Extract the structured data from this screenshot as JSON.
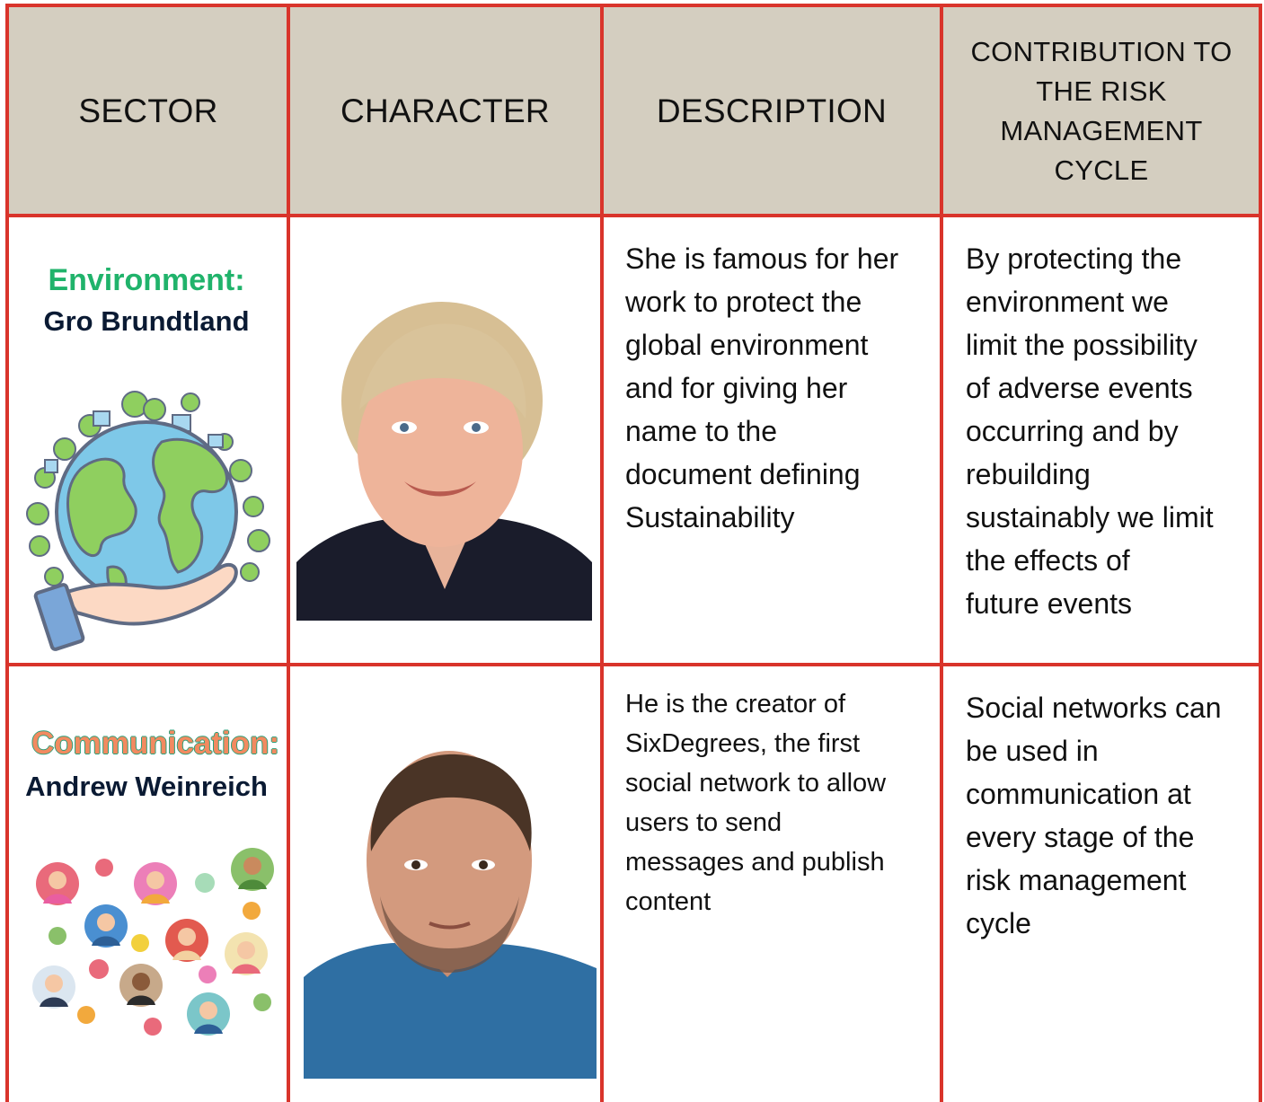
{
  "header": {
    "col1": "SECTOR",
    "col2": "CHARACTER",
    "col3": "DESCRIPTION",
    "col4_lines": [
      "CONTRIBUTION TO",
      "THE RISK",
      "MANAGEMENT",
      "CYCLE"
    ]
  },
  "rows": [
    {
      "sector_label": "Environment:",
      "character_name": "Gro Brundtland",
      "description_lines": [
        "She is famous for her",
        "work to protect the",
        "global environment",
        "and for giving her",
        "name to the",
        "document defining",
        "Sustainability"
      ],
      "contribution_lines": [
        "By protecting the",
        "environment we",
        "limit the possibility",
        "of adverse events",
        "occurring and by",
        "rebuilding",
        "sustainably we limit",
        "the effects of",
        "future events"
      ]
    },
    {
      "sector_label": "Communication:",
      "character_name": "Andrew Weinreich",
      "description_lines": [
        "He is the creator of",
        "SixDegrees, the first",
        "social network to allow",
        "users to send",
        "messages and publish",
        "content"
      ],
      "contribution_lines": [
        "Social networks can",
        "be used in",
        "communication at",
        "every stage of the",
        "risk management",
        "cycle"
      ]
    }
  ],
  "colors": {
    "border": "#d9342b",
    "header_bg": "#d4cec0",
    "environment_label": "#20b36b",
    "communication_label": "#f28a60",
    "name_text": "#0a1a33"
  },
  "icons": [
    "earth-in-hand-illustration",
    "social-network-avatars-illustration",
    "portrait-photo"
  ]
}
